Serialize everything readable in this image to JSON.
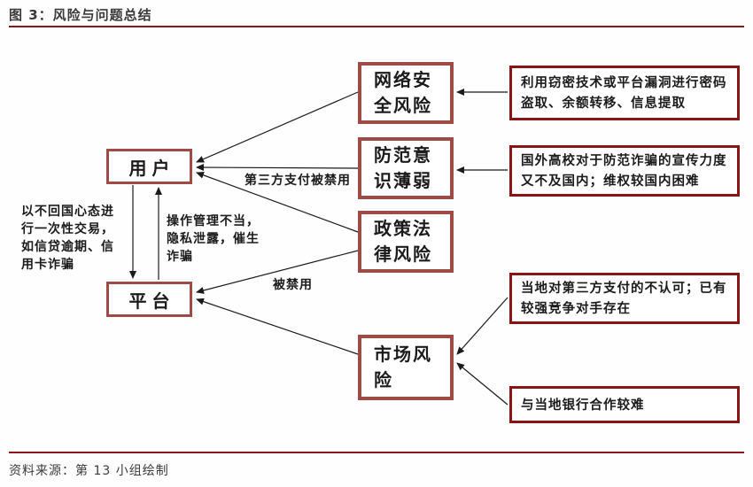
{
  "figure": {
    "title": "图 3：风险与问题总结",
    "source": "资料来源：第 13 小组绘制"
  },
  "colors": {
    "accent_rule": "#8c1618",
    "node_border_brown": "#9e4b46",
    "node_border_red": "#8b1414",
    "arrow": "#1a1a1a"
  },
  "nodes": {
    "user": "用户",
    "platform": "平台",
    "network_risk": "网络安全风险",
    "prevention_weak": "防范意识薄弱",
    "policy_risk": "政策法律风险",
    "market_risk": "市场风险"
  },
  "causes": {
    "network": "利用窃密技术或平台漏洞进行密码盗取、余额转移、信息提取",
    "prevention": "国外高校对于防范诈骗的宣传力度又不及国内；维权较国内困难",
    "market_1": "当地对第三方支付的不认可；已有较强竞争对手存在",
    "market_2": "与当地银行合作较难"
  },
  "edge_labels": {
    "user_side_note": "以不回国心态进行一次性交易，如信贷逾期、信用卡诈骗",
    "user_platform_note": "操作管理不当，隐私泄露，催生诈骗",
    "policy_to_user": "第三方支付被禁用",
    "policy_to_platform": "被禁用"
  }
}
